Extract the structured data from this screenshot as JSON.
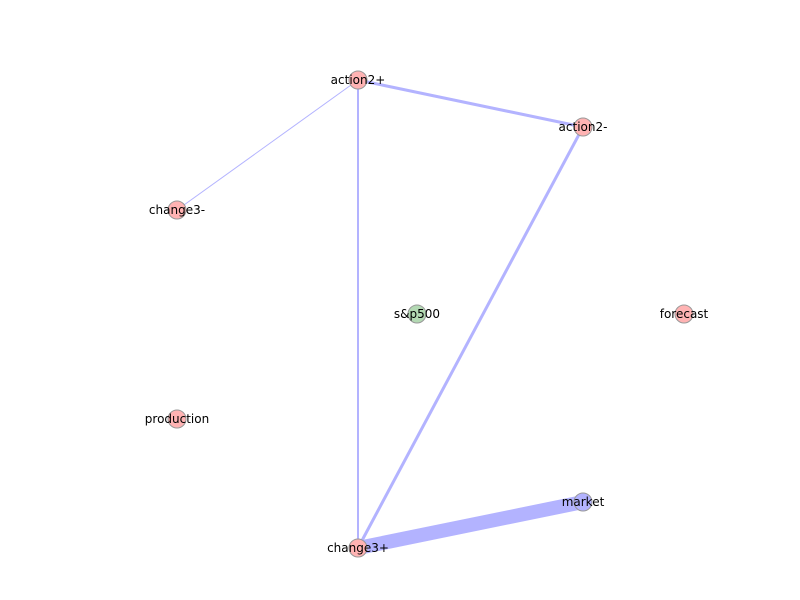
{
  "graph": {
    "nodes": [
      {
        "id": "action2+",
        "label": "action2+",
        "color": "#ffb3b3"
      },
      {
        "id": "action2-",
        "label": "action2-",
        "color": "#ffb3b3"
      },
      {
        "id": "change3-",
        "label": "change3-",
        "color": "#ffb3b3"
      },
      {
        "id": "s&p500",
        "label": "s&p500",
        "color": "#b3d9b3"
      },
      {
        "id": "forecast",
        "label": "forecast",
        "color": "#ffb3b3"
      },
      {
        "id": "production",
        "label": "production",
        "color": "#ffb3b3"
      },
      {
        "id": "market",
        "label": "market",
        "color": "#b3b3ff"
      },
      {
        "id": "change3+",
        "label": "change3+",
        "color": "#ffb3b3"
      }
    ],
    "edges": [
      {
        "source": "action2+",
        "target": "change3-",
        "weight": 1
      },
      {
        "source": "action2+",
        "target": "action2-",
        "weight": 3
      },
      {
        "source": "action2+",
        "target": "change3+",
        "weight": 2
      },
      {
        "source": "action2-",
        "target": "change3+",
        "weight": 3
      },
      {
        "source": "change3+",
        "target": "market",
        "weight": 14
      }
    ],
    "edge_color": "#b3b3ff"
  }
}
